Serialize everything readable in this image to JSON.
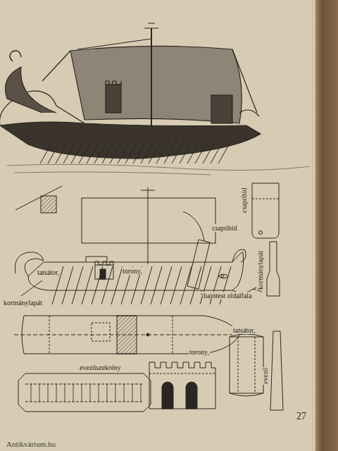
{
  "diagram": {
    "labels": [
      "csapóhíd",
      "tatsátor,",
      "torony,",
      "kormánylapát",
      "hajótest oldalfala",
      "csapóhíd",
      "kormánylapát",
      "tatsátor,",
      "torony,",
      "evezőszekrény",
      "evező",
      "27",
      "Antikvárium.hu"
    ]
  }
}
